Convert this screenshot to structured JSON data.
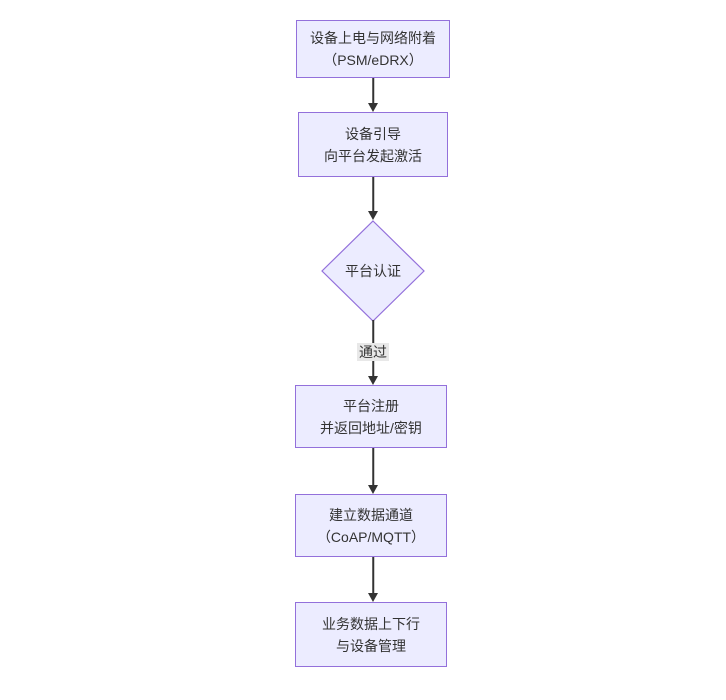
{
  "flowchart": {
    "background_color": "#ffffff",
    "node_fill_color": "#ececff",
    "node_border_color": "#9370db",
    "edge_color": "#333333",
    "edge_label_background": "#e8e8e8",
    "text_color": "#333333",
    "nodes": [
      {
        "id": "power-attach",
        "shape": "rect",
        "lines": [
          "设备上电与网络附着",
          "（PSM/eDRX）"
        ]
      },
      {
        "id": "bootstrap",
        "shape": "rect",
        "lines": [
          "设备引导",
          "向平台发起激活"
        ]
      },
      {
        "id": "auth",
        "shape": "diamond",
        "lines": [
          "平台认证"
        ]
      },
      {
        "id": "register",
        "shape": "rect",
        "lines": [
          "平台注册",
          "并返回地址/密钥"
        ]
      },
      {
        "id": "channel",
        "shape": "rect",
        "lines": [
          "建立数据通道",
          "（CoAP/MQTT）"
        ]
      },
      {
        "id": "business",
        "shape": "rect",
        "lines": [
          "业务数据上下行",
          "与设备管理"
        ]
      }
    ],
    "edges": [
      {
        "from": "power-attach",
        "to": "bootstrap",
        "label": ""
      },
      {
        "from": "bootstrap",
        "to": "auth",
        "label": ""
      },
      {
        "from": "auth",
        "to": "register",
        "label": "通过"
      },
      {
        "from": "register",
        "to": "channel",
        "label": ""
      },
      {
        "from": "channel",
        "to": "business",
        "label": ""
      }
    ]
  }
}
